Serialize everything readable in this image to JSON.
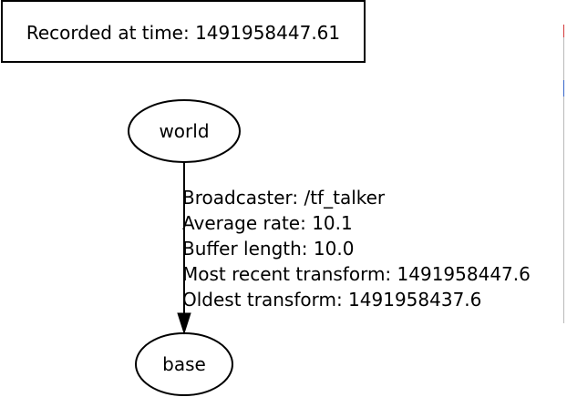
{
  "header": {
    "recorded_text": "Recorded at time: 1491958447.61"
  },
  "nodes": {
    "world": "world",
    "base": "base"
  },
  "edge": {
    "lines": [
      "Broadcaster: /tf_talker",
      "Average rate: 10.1",
      "Buffer length: 10.0",
      "Most recent transform: 1491958447.6",
      "Oldest transform: 1491958437.6"
    ]
  },
  "colors": {
    "stroke": "#000000",
    "background": "#ffffff"
  }
}
